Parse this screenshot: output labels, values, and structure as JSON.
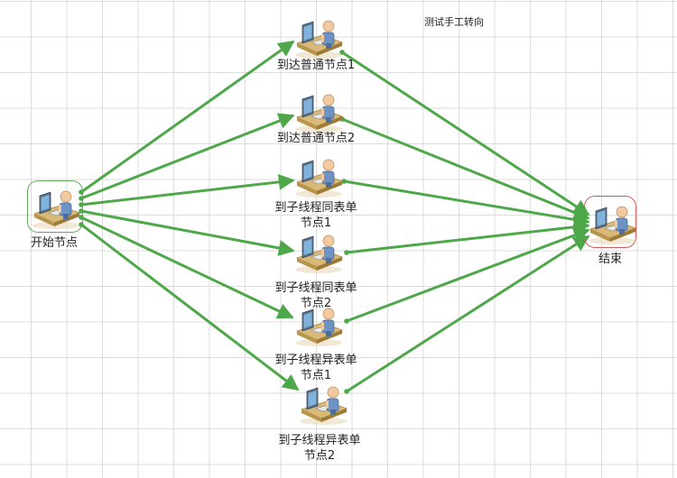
{
  "title": "测试手工转向",
  "colors": {
    "edge": "#4ea84a",
    "start_border": "#5fa85a",
    "end_border": "#d45a5a"
  },
  "nodes": {
    "start": {
      "label": "开始节点",
      "icon": "worker-at-computer-icon"
    },
    "end": {
      "label": "结束",
      "icon": "worker-at-computer-icon"
    },
    "n1": {
      "label": "到达普通节点1",
      "icon": "worker-at-computer-icon"
    },
    "n2": {
      "label": "到达普通节点2",
      "icon": "worker-at-computer-icon"
    },
    "n3": {
      "label_line1": "到子线程同表单",
      "label_line2": "节点1",
      "icon": "worker-at-computer-icon"
    },
    "n4": {
      "label_line1": "到子线程同表单",
      "label_line2": "节点2",
      "icon": "worker-at-computer-icon"
    },
    "n5": {
      "label_line1": "到子线程异表单",
      "label_line2": "节点1",
      "icon": "worker-at-computer-icon"
    },
    "n6": {
      "label_line1": "到子线程异表单",
      "label_line2": "节点2",
      "icon": "worker-at-computer-icon"
    }
  },
  "edges": [
    {
      "from": "start",
      "to": "n1"
    },
    {
      "from": "start",
      "to": "n2"
    },
    {
      "from": "start",
      "to": "n3"
    },
    {
      "from": "start",
      "to": "n4"
    },
    {
      "from": "start",
      "to": "n5"
    },
    {
      "from": "start",
      "to": "n6"
    },
    {
      "from": "n1",
      "to": "end"
    },
    {
      "from": "n2",
      "to": "end"
    },
    {
      "from": "n3",
      "to": "end"
    },
    {
      "from": "n4",
      "to": "end"
    },
    {
      "from": "n5",
      "to": "end"
    },
    {
      "from": "n6",
      "to": "end"
    }
  ]
}
